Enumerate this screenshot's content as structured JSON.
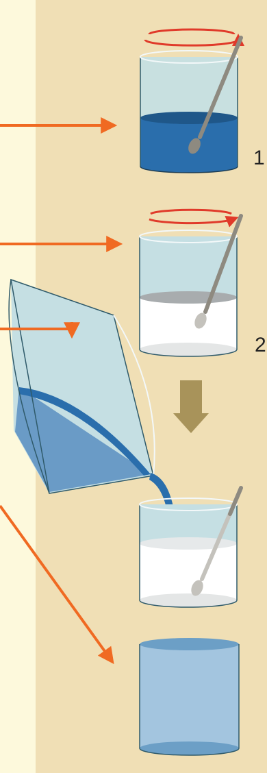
{
  "steps": [
    {
      "number": "1"
    },
    {
      "number": "2"
    }
  ],
  "colors": {
    "panel_left": "#fdf9dc",
    "panel_right": "#f0dfb5",
    "arrow": "#f06a22",
    "rotation": "#e03a2a",
    "down_arrow": "#a8935a",
    "glass": "#c5dfe3",
    "dark_liquid": "#2a6eac",
    "pale_liquid": "#a3c5df",
    "white_liquid": "#ffffff",
    "spoon": "#8e8a80"
  },
  "icons": [
    "arrow-right",
    "rotation-arrow",
    "beaker",
    "spoon",
    "arrow-down",
    "pouring-beaker"
  ]
}
